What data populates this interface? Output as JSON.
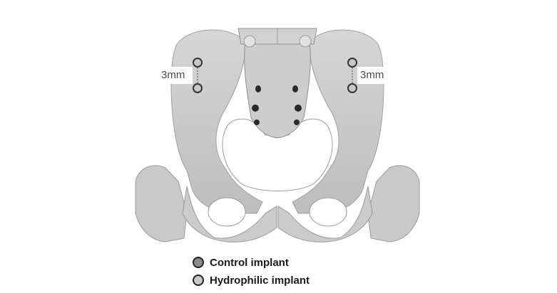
{
  "figure": {
    "left_measurement": "3mm",
    "right_measurement": "3mm",
    "colors": {
      "bone": "#cfcfcf",
      "bone_dark": "#9a9a9a",
      "marker_stroke": "#333333"
    }
  },
  "legend": {
    "items": [
      {
        "label": "Control implant",
        "color": "#8a8a8a"
      },
      {
        "label": "Hydrophilic implant",
        "color": "#c8c8c8"
      }
    ]
  }
}
